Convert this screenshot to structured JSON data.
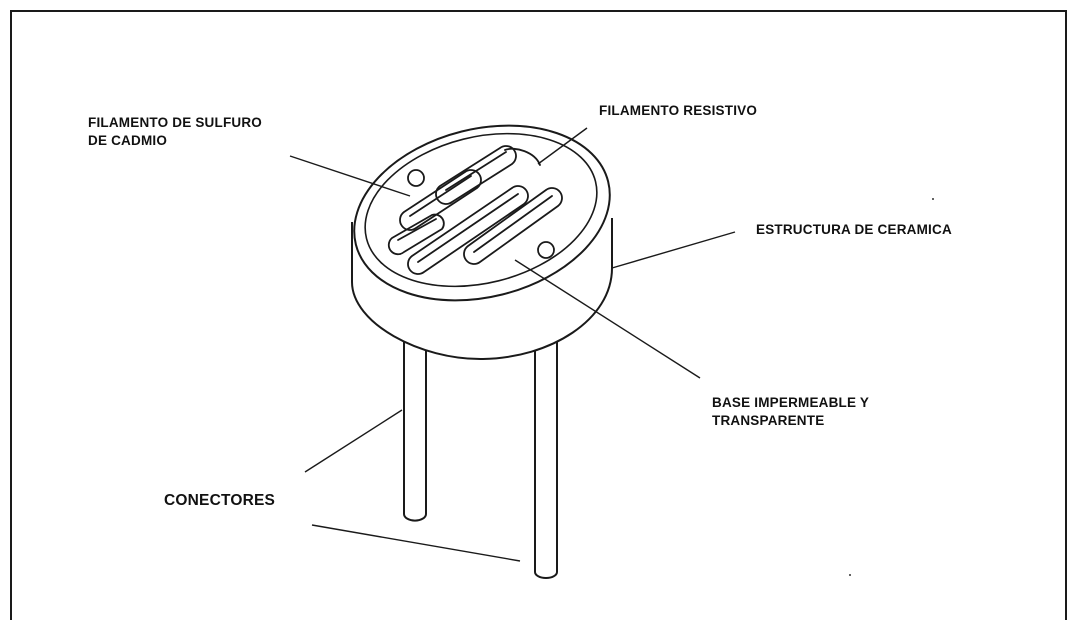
{
  "diagram": {
    "labels": {
      "cadmium_filament_line1": "FILAMENTO DE SULFURO",
      "cadmium_filament_line2": "DE CADMIO",
      "resistive_filament": "FILAMENTO RESISTIVO",
      "ceramic_structure": "ESTRUCTURA DE CERAMICA",
      "base_line1": "BASE IMPERMEABLE Y",
      "base_line2": "TRANSPARENTE",
      "connectors": "CONECTORES"
    },
    "colors": {
      "line": "#1a1a1a",
      "background": "#ffffff"
    }
  }
}
